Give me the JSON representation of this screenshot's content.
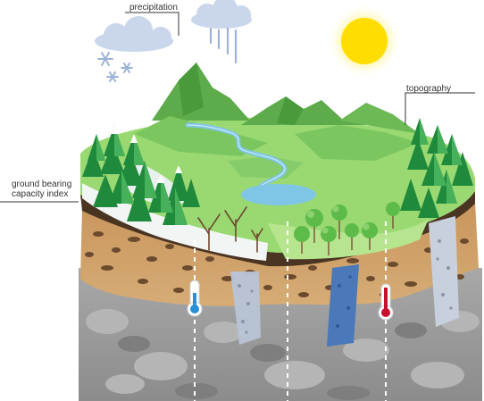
{
  "labels": {
    "precipitation": "precipitation",
    "topography": "topography",
    "ground_bearing_line1": "ground bearing",
    "ground_bearing_line2": "capacity index"
  },
  "icons": [
    "sun-icon",
    "cloud-icon",
    "rain-cloud-icon",
    "snowflake-icon",
    "thermometer-cold-icon",
    "thermometer-hot-icon",
    "conifer-tree-icon",
    "deciduous-tree-icon",
    "bare-tree-icon"
  ],
  "colors": {
    "sun": "#ffdd00",
    "cloud": "#c9d6ec",
    "grass": "#8fd46a",
    "mountain": "#5dab4a",
    "conifer": "#1f8a3c",
    "water": "#7fc6e6",
    "soil_dark": "#4a3422",
    "soil_light": "#c99a63",
    "rock": "#9a9a9a",
    "thermometer_cold": "#2a8fd6",
    "thermometer_hot": "#c8102e"
  }
}
